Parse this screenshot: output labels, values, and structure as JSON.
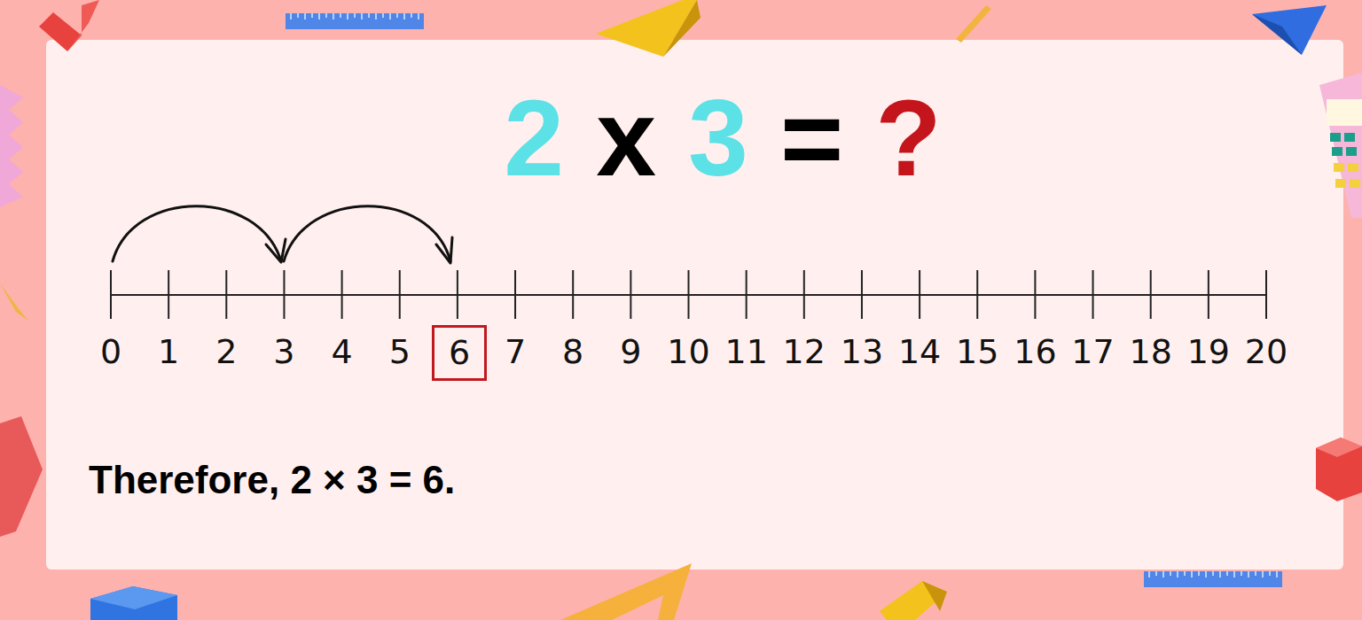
{
  "diagram": {
    "nodes": [
      {
        "text": [
          "6"
        ]
      }
    ],
    "labels": [
      "2",
      "x",
      "3",
      "=",
      "?",
      "0",
      "1",
      "2",
      "3",
      "4",
      "5",
      "7",
      "8",
      "9",
      "10",
      "11",
      "12",
      "13",
      "14",
      "15",
      "16",
      "17",
      "18",
      "19",
      "20",
      "Therefore, 2 × 3 = 6."
    ]
  }
}
